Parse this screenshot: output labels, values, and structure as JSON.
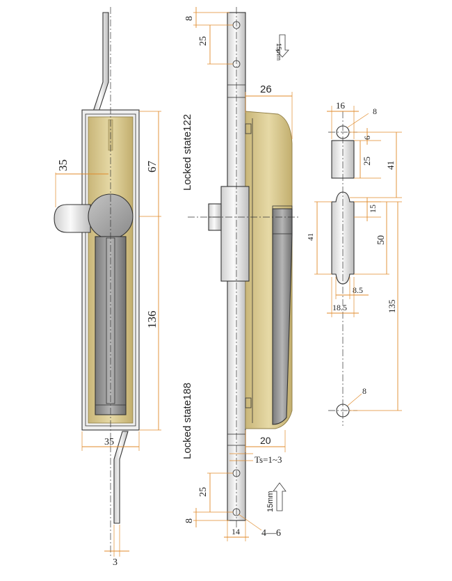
{
  "colors": {
    "brass": "#d9c98d",
    "brass_dark": "#b8a35e",
    "steel_light": "#f4f4f4",
    "steel_mid": "#c8c8c8",
    "steel_dark": "#8d8d8d",
    "dimension_line": "#e08a2a",
    "text": "#222222"
  },
  "front_view": {
    "width_top": "35",
    "height_upper": "67",
    "height_lower": "136",
    "width_bottom": "35",
    "rod_thickness": "3"
  },
  "side_view": {
    "hole_offset_top": "8",
    "hole_spacing_top": "25",
    "stroke_top": "15mm",
    "handle_depth": "26",
    "locked_state_upper": "Locked state122",
    "locked_state_lower": "Locked state188",
    "handle_depth_lower": "20",
    "thickness_range": "Ts=1~3",
    "hole_spacing_bottom": "25",
    "hole_offset_bottom": "8",
    "stroke_bottom": "15mm",
    "plate_width": "14",
    "holes_label": "4—6"
  },
  "cutout_view": {
    "top_width": "16",
    "hole_dia_top": "8",
    "hole_offset": "6",
    "slot_height": "25",
    "upper_span": "41",
    "notch_height": "15",
    "cutout_height": "50",
    "cutout_height_left": "41",
    "notch_width": "8.5",
    "cutout_width": "18.5",
    "total_span": "135",
    "hole_dia_bottom": "8"
  }
}
